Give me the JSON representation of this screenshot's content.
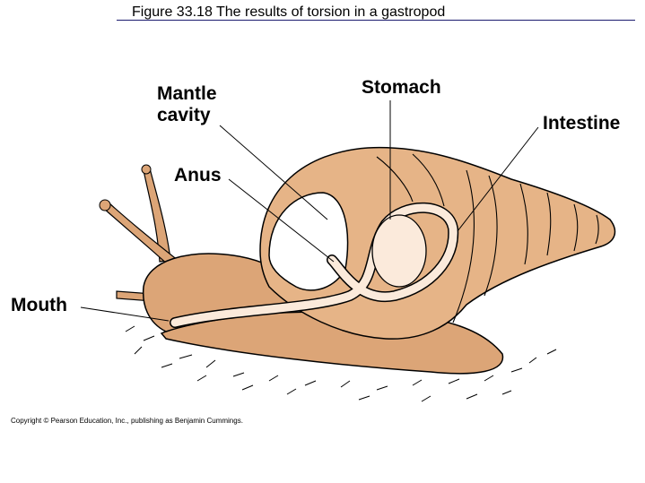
{
  "figure": {
    "title": "Figure 33.18  The results of  torsion in a gastropod",
    "copyright": "Copyright © Pearson Education, Inc., publishing as Benjamin Cummings."
  },
  "labels": {
    "mantle_cavity_line1": "Mantle",
    "mantle_cavity_line2": "cavity",
    "stomach": "Stomach",
    "intestine": "Intestine",
    "anus": "Anus",
    "mouth": "Mouth"
  },
  "colors": {
    "shell": "#e6b487",
    "body": "#dca577",
    "organ": "#fbeadb",
    "line": "#000000"
  }
}
